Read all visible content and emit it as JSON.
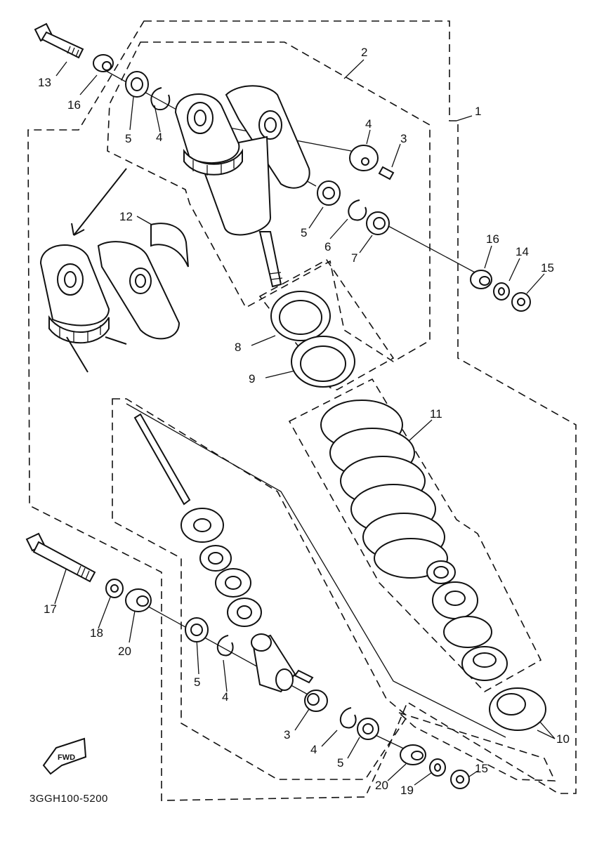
{
  "diagram": {
    "drawing_code": "3GGH100-5200",
    "direction_badge": "FWD",
    "callouts": [
      {
        "id": "c-1",
        "text": "1"
      },
      {
        "id": "c-2",
        "text": "2"
      },
      {
        "id": "c-3a",
        "text": "3"
      },
      {
        "id": "c-4a",
        "text": "4"
      },
      {
        "id": "c-4b",
        "text": "4"
      },
      {
        "id": "c-5a",
        "text": "5"
      },
      {
        "id": "c-5b",
        "text": "5"
      },
      {
        "id": "c-6",
        "text": "6"
      },
      {
        "id": "c-7",
        "text": "7"
      },
      {
        "id": "c-8",
        "text": "8"
      },
      {
        "id": "c-9",
        "text": "9"
      },
      {
        "id": "c-10",
        "text": "10"
      },
      {
        "id": "c-11",
        "text": "11"
      },
      {
        "id": "c-12",
        "text": "12"
      },
      {
        "id": "c-13",
        "text": "13"
      },
      {
        "id": "c-14",
        "text": "14"
      },
      {
        "id": "c-15a",
        "text": "15"
      },
      {
        "id": "c-15b",
        "text": "15"
      },
      {
        "id": "c-16a",
        "text": "16"
      },
      {
        "id": "c-16b",
        "text": "16"
      },
      {
        "id": "c-17",
        "text": "17"
      },
      {
        "id": "c-18",
        "text": "18"
      },
      {
        "id": "c-19",
        "text": "19"
      },
      {
        "id": "c-20a",
        "text": "20"
      },
      {
        "id": "c-20b",
        "text": "20"
      },
      {
        "id": "c-5c",
        "text": "5"
      },
      {
        "id": "c-4c",
        "text": "4"
      },
      {
        "id": "c-3b",
        "text": "3"
      },
      {
        "id": "c-4d",
        "text": "4"
      },
      {
        "id": "c-5d",
        "text": "5"
      }
    ]
  }
}
